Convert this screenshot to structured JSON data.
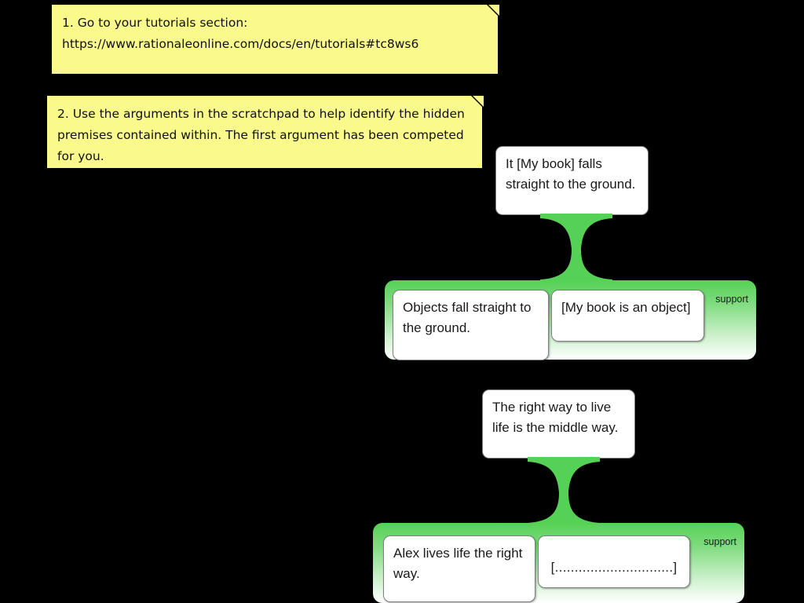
{
  "canvas": {
    "background": "#000000",
    "green": "#55d155",
    "note_yellow": "#f9f98c"
  },
  "notes": [
    {
      "id": "note-1",
      "text": "1. Go to your tutorials section:\nhttps://www.rationaleonline.com/docs/en/tutorials#tc8ws6"
    },
    {
      "id": "note-2",
      "text": "2. Use the arguments in the scratchpad to help identify the hidden premises contained within. The first argument has been competed for you."
    }
  ],
  "arguments": [
    {
      "conclusion": "It [My book] falls straight to the ground.",
      "group": {
        "label": "support",
        "premises": [
          "Objects fall straight to the ground.",
          "[My book is an object]"
        ]
      }
    },
    {
      "conclusion": "The right way to live life is the middle way.",
      "group": {
        "label": "support",
        "premises": [
          "Alex lives life the right way.",
          "[..............................]"
        ]
      }
    }
  ]
}
